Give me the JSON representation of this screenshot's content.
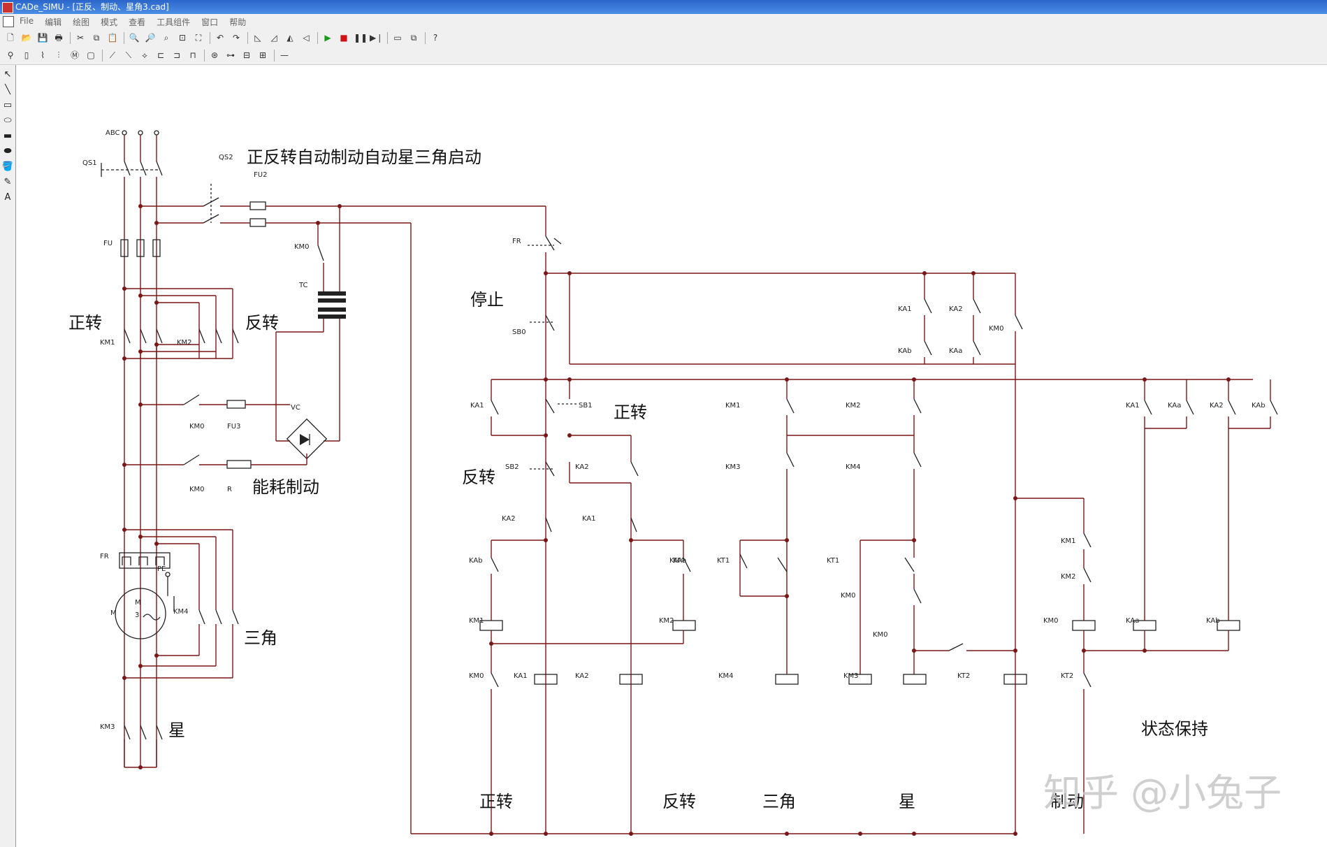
{
  "window": {
    "title": "CADe_SIMU - [正反、制动、星角3.cad]"
  },
  "menu": [
    "File",
    "编辑",
    "绘图",
    "模式",
    "查看",
    "工具组件",
    "窗口",
    "帮助"
  ],
  "toolbar1": [
    {
      "name": "new-icon",
      "glyph": "🗋"
    },
    {
      "name": "open-icon",
      "glyph": "📂"
    },
    {
      "name": "save-icon",
      "glyph": "💾"
    },
    {
      "name": "print-icon",
      "glyph": "🖶"
    },
    {
      "name": "cut-icon",
      "glyph": "✂"
    },
    {
      "name": "copy-icon",
      "glyph": "⧉"
    },
    {
      "name": "paste-icon",
      "glyph": "📋"
    },
    {
      "name": "zoom-in-icon",
      "glyph": "🔍"
    },
    {
      "name": "zoom-out-icon",
      "glyph": "🔎"
    },
    {
      "name": "zoom-icon",
      "glyph": "⌕"
    },
    {
      "name": "zoom-window-icon",
      "glyph": "⊡"
    },
    {
      "name": "zoom-all-icon",
      "glyph": "⛶"
    },
    {
      "name": "undo-icon",
      "glyph": "↶"
    },
    {
      "name": "redo-icon",
      "glyph": "↷"
    },
    {
      "name": "rotate-left-icon",
      "glyph": "◺"
    },
    {
      "name": "rotate-right-icon",
      "glyph": "◿"
    },
    {
      "name": "mirror-icon",
      "glyph": "◭"
    },
    {
      "name": "flip-icon",
      "glyph": "◁"
    },
    {
      "name": "play-icon",
      "glyph": "▶"
    },
    {
      "name": "stop-icon",
      "glyph": "■"
    },
    {
      "name": "pause-icon",
      "glyph": "❚❚"
    },
    {
      "name": "step-icon",
      "glyph": "▶❘"
    },
    {
      "name": "window-icon",
      "glyph": "▭"
    },
    {
      "name": "windows-icon",
      "glyph": "⧉"
    },
    {
      "name": "help-icon",
      "glyph": "?"
    }
  ],
  "toolbar2": [
    {
      "name": "supply-icon",
      "glyph": "⚲"
    },
    {
      "name": "fuse-icon",
      "glyph": "▯"
    },
    {
      "name": "switch-icon",
      "glyph": "⌇"
    },
    {
      "name": "multi-switch-icon",
      "glyph": "⫶"
    },
    {
      "name": "motor-icon",
      "glyph": "Ⓜ"
    },
    {
      "name": "relay-icon",
      "glyph": "▢"
    },
    {
      "name": "contact-no-icon",
      "glyph": "⟋"
    },
    {
      "name": "contact-nc-icon",
      "glyph": "⟍"
    },
    {
      "name": "push-icon",
      "glyph": "⟡"
    },
    {
      "name": "coil-icon",
      "glyph": "⊏"
    },
    {
      "name": "timer-icon",
      "glyph": "⊐"
    },
    {
      "name": "thermal-icon",
      "glyph": "⊓"
    },
    {
      "name": "lamp-icon",
      "glyph": "⊛"
    },
    {
      "name": "sensor-icon",
      "glyph": "⊶"
    },
    {
      "name": "plc-icon",
      "glyph": "⊟"
    },
    {
      "name": "terminal-icon",
      "glyph": "⊞"
    },
    {
      "name": "wire-icon",
      "glyph": "—"
    }
  ],
  "palette": [
    {
      "name": "select-arrow-icon",
      "glyph": "↖"
    },
    {
      "name": "line-tool-icon",
      "glyph": "╲"
    },
    {
      "name": "rect-tool-icon",
      "glyph": "▭"
    },
    {
      "name": "ellipse-tool-icon",
      "glyph": "⬭"
    },
    {
      "name": "filled-rect-tool-icon",
      "glyph": "▬"
    },
    {
      "name": "filled-ellipse-tool-icon",
      "glyph": "⬬"
    },
    {
      "name": "fill-tool-icon",
      "glyph": "🪣"
    },
    {
      "name": "color-tool-icon",
      "glyph": "✎"
    },
    {
      "name": "text-tool-icon",
      "glyph": "A"
    }
  ],
  "diagram": {
    "title": "正反转自动制动自动星三角启动",
    "labels": {
      "stop": "停止",
      "forward": "正转",
      "reverse": "反转",
      "forward_sb1": "正转",
      "reverse_sb2": "反转",
      "braking": "能耗制动",
      "delta": "三角",
      "star": "星",
      "state_hold": "状态保持",
      "col_forward": "正转",
      "col_reverse": "反转",
      "col_delta": "三角",
      "col_star": "星",
      "col_brake": "制动"
    },
    "components": [
      "ABC",
      "QS1",
      "QS2",
      "FU2",
      "FU",
      "KM0",
      "TC",
      "KM1",
      "KM2",
      "VC",
      "KM0",
      "FU3",
      "KM0",
      "R",
      "FR",
      "PE",
      "M",
      "3",
      "M",
      "KM4",
      "KM3",
      "FR",
      "SB0",
      "KA1",
      "KA2",
      "KAb",
      "KAa",
      "KM0",
      "KA1",
      "SB1",
      "SB2",
      "KA2",
      "KA2",
      "KA1",
      "KAb",
      "KAa",
      "KM1",
      "KM2",
      "KM0",
      "KA1",
      "KA2",
      "KM1",
      "KM3",
      "KM4",
      "KT1",
      "KM4",
      "KM2",
      "KM4",
      "KT1",
      "KM0",
      "KM0",
      "KM3",
      "KT2",
      "KM1",
      "KM2",
      "KM0",
      "KT2",
      "KA1",
      "KAa",
      "KA2",
      "KAb",
      "KAa",
      "KAb"
    ],
    "watermark": "知乎 @小兔子"
  }
}
